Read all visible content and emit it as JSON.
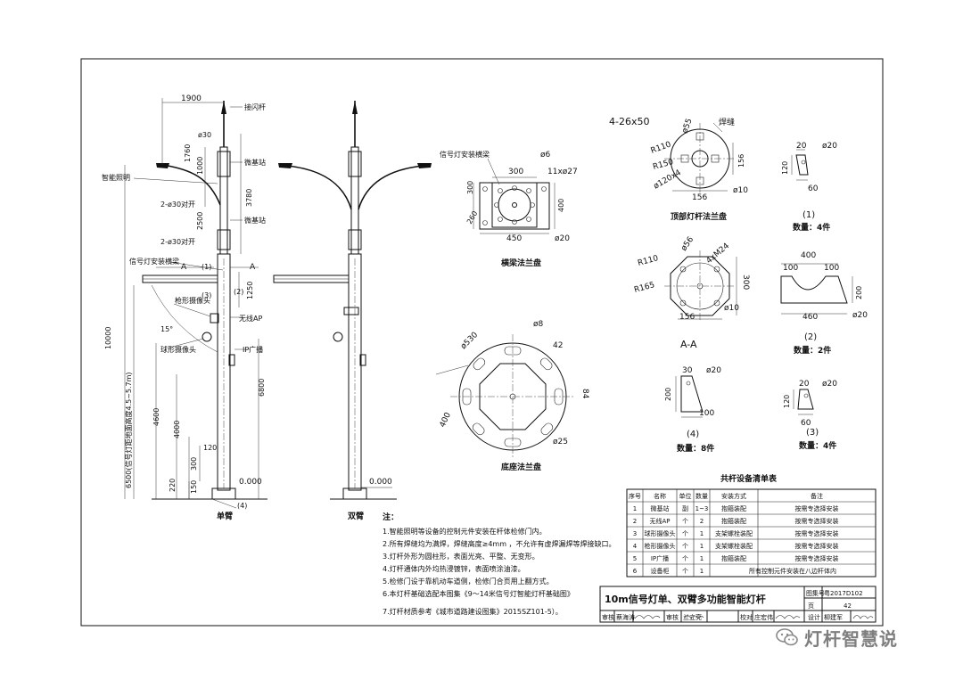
{
  "pole_single": {
    "dims": {
      "top_width": "1900",
      "phi30": "ø30",
      "d1760": "1760",
      "d1000": "1000",
      "d3780": "3780",
      "d2500": "2500",
      "pair1": "2-ø30对开",
      "pair2": "2-ø30对开",
      "d1250": "1250",
      "d10000": "10000",
      "d6500": "6500(信号灯距地面高度4.5~5.7m)",
      "d4600": "4600",
      "d4000": "4000",
      "d6800": "6800",
      "d120": "120",
      "d300": "300",
      "d220": "220",
      "d150": "150",
      "d15deg": "15°",
      "zero": "0.000"
    },
    "labels": {
      "lightning": "接闪杆",
      "microbase1": "微基站",
      "smart_light": "智能照明",
      "microbase2": "微基站",
      "signal_beam": "信号灯安装横梁",
      "bullet_cam": "枪形摄像头",
      "wifi": "无线AP",
      "dome_cam": "球形摄像头",
      "ip_speaker": "IP广播",
      "sec_A_left": "A",
      "sec_A_right": "A",
      "c1": "(1)",
      "c2": "(2)",
      "c3": "(3)",
      "c4": "(4)"
    },
    "caption": "单臂"
  },
  "pole_double": {
    "caption": "双臂",
    "zero": "0.000"
  },
  "beam_flange": {
    "title": "横梁法兰盘",
    "label": "信号灯安装横梁",
    "d6": "ø6",
    "d300": "300",
    "holes": "11xø27",
    "d300v": "300",
    "d400": "400",
    "d450": "450",
    "d260": "260",
    "d20": "ø20"
  },
  "top_flange": {
    "title": "顶部灯杆法兰盘",
    "holes": "4-26x50",
    "weld": "焊缝",
    "d55": "ø55",
    "r110": "R110",
    "r150": "R150",
    "d156v": "156",
    "d120": "ø120x4",
    "d156": "156",
    "d10": "ø10"
  },
  "aa": {
    "title": "A-A",
    "d56": "ø56",
    "r110": "R110",
    "m24": "4xM24",
    "r165": "R165",
    "d300": "300",
    "d156": "156",
    "d10": "ø10"
  },
  "base_flange": {
    "title": "底座法兰盘",
    "d8": "ø8",
    "d530": "ø530",
    "d42": "42",
    "d84": "84",
    "d400": "400",
    "d25": "ø25"
  },
  "parts": {
    "p1": {
      "label": "(1)",
      "qty": "数量：4件",
      "d20": "20",
      "phi": "ø20",
      "d120": "120",
      "d60": "60"
    },
    "p2": {
      "label": "(2)",
      "qty": "数量：2件",
      "d400": "400",
      "d100a": "100",
      "d100b": "100",
      "d200": "200",
      "d460": "460",
      "phi": "ø20"
    },
    "p3": {
      "label": "(3)",
      "qty": "数量：4件",
      "d20": "20",
      "phi": "ø20",
      "d120": "120",
      "d60": "60"
    },
    "p4": {
      "label": "(4)",
      "qty": "数量：8件",
      "d30": "30",
      "phi": "ø20",
      "d200": "200",
      "d100": "100"
    }
  },
  "equip_table": {
    "title": "共杆设备清单表",
    "headers": [
      "序号",
      "名称",
      "单位",
      "数量",
      "安装方式",
      "备注"
    ],
    "rows": [
      [
        "1",
        "微基站",
        "副",
        "1~3",
        "抱箍装配",
        "按需专选择安装"
      ],
      [
        "2",
        "无线AP",
        "个",
        "2",
        "抱箍装配",
        "按需专选择安装"
      ],
      [
        "3",
        "球形摄像头",
        "个",
        "1",
        "支架螺栓装配",
        "按需专选择安装"
      ],
      [
        "4",
        "枪形摄像头",
        "个",
        "1",
        "支架螺栓装配",
        "按需专选择安装"
      ],
      [
        "5",
        "IP广播",
        "个",
        "1",
        "抱箍装配",
        "按需专选择安装"
      ],
      [
        "6",
        "设备柜",
        "个",
        "1",
        "所有控制元件安装在八边杆体内",
        ""
      ]
    ]
  },
  "notes": {
    "heading": "注：",
    "items": [
      "1.智能照明等设备的控制元件安装在杆体检修门内。",
      "2.所有焊缝均为满焊，焊缝高度≥4mm ，不允许有虚焊漏焊等焊接缺口。",
      "3.灯杆外形为圆柱形，表面光亮、平整、无变形。",
      "4.灯杆通体内外均热浸镀锌，表面喷涂油漆。",
      "5.检修门设于靠机动车道侧，检修门合页用上翻方式。",
      "6.本灯杆基础选配本图集《9～14米信号灯智能灯杆基础图》",
      "7.灯杆材质参考《城市道路建设图集》2015SZ101-5）。"
    ]
  },
  "title_block": {
    "title": "10m信号灯单、双臂多功能智能灯杆",
    "atlas_label": "图集号",
    "atlas_no": "粤2017D102",
    "page_label": "页",
    "page_no": "42",
    "review": "审核",
    "reviewer": "蔡海涛",
    "check": "审核",
    "checker": "兰立亮",
    "proof": "校对",
    "proofer": "庄宏伟",
    "design": "设计",
    "designer": "柳建军"
  },
  "watermark": {
    "text": "灯杆智慧说",
    "icon": "wechat-icon"
  }
}
